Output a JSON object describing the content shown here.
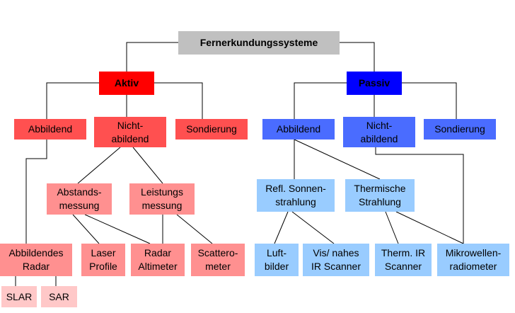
{
  "colors": {
    "root": "#c0c0c0",
    "active_main": "#ff0000",
    "active_level2": "#ff5050",
    "active_level3": "#ff9090",
    "active_leaf": "#ffc8c8",
    "passive_main": "#0000ff",
    "passive_level2": "#4a6cff",
    "passive_level3": "#99ccff",
    "line": "#000000"
  },
  "nodes": {
    "root": "Fernerkundungssysteme",
    "aktiv": "Aktiv",
    "passiv": "Passiv",
    "aktiv_abbildend": "Abbildend",
    "aktiv_nichtabbildend": "Nicht-\nabildend",
    "aktiv_sondierung": "Sondierung",
    "abstandsmessung": "Abstands-\nmessung",
    "leistungsmessung": "Leistungs\nmessung",
    "abbildendes_radar": "Abbildendes\nRadar",
    "laser_profile": "Laser\nProfile",
    "radar_altimeter": "Radar\nAltimeter",
    "scatterometer": "Scattero-\nmeter",
    "slar": "SLAR",
    "sar": "SAR",
    "passiv_abbildend": "Abbildend",
    "passiv_nichtabbildend": "Nicht-\nabildend",
    "passiv_sondierung": "Sondierung",
    "refl_sonnenstrahlung": "Refl. Sonnen-\nstrahlung",
    "thermische_strahlung": "Thermische\nStrahlung",
    "luftbilder": "Luft-\nbilder",
    "vis_ir_scanner": "Vis/ nahes\nIR Scanner",
    "therm_ir_scanner": "Therm. IR\nScanner",
    "mikrowellenradiometer": "Mikrowellen-\nradiometer"
  }
}
